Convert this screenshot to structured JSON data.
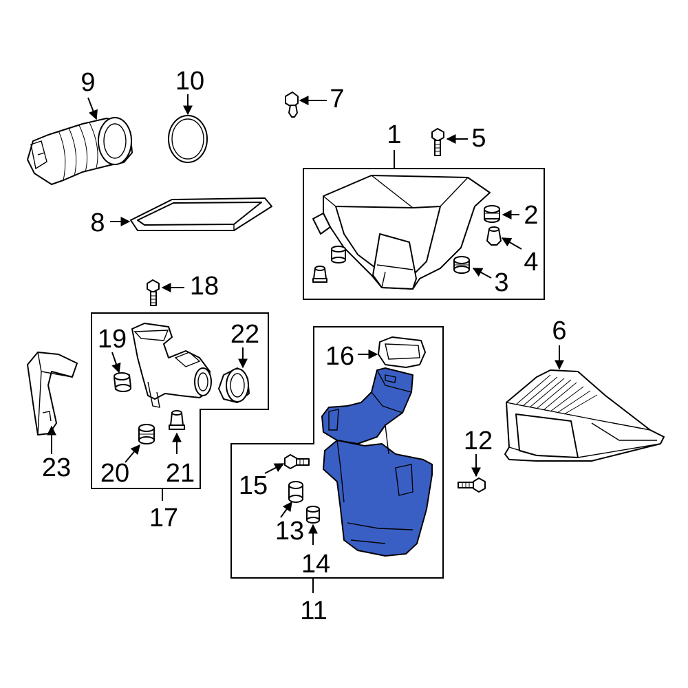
{
  "colors": {
    "highlight": "#3a5fc4",
    "line": "#000000",
    "background": "#ffffff"
  },
  "callouts": {
    "c1": "1",
    "c2": "2",
    "c3": "3",
    "c4": "4",
    "c5": "5",
    "c6": "6",
    "c7": "7",
    "c8": "8",
    "c9": "9",
    "c10": "10",
    "c11": "11",
    "c12": "12",
    "c13": "13",
    "c14": "14",
    "c15": "15",
    "c16": "16",
    "c17": "17",
    "c18": "18",
    "c19": "19",
    "c20": "20",
    "c21": "21",
    "c22": "22",
    "c23": "23"
  },
  "highlighted_part": "11"
}
